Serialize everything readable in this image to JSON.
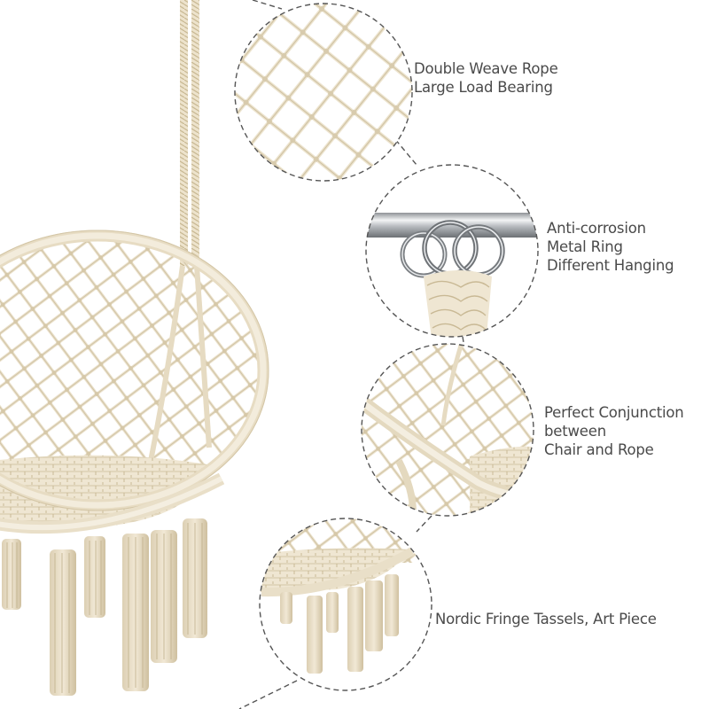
{
  "product": {
    "subject": "Macrame hammock swing chair with fringe tassels",
    "colors": {
      "background": "#ffffff",
      "rope": "#efe6d2",
      "rope_shadow": "#d9ccb0",
      "rope_dark": "#b9a887",
      "metal": "#b8bcc0",
      "metal_dark": "#6d7175",
      "dashed_outline": "#555555",
      "label_text": "#4a4a4a"
    }
  },
  "callouts": [
    {
      "id": "rope",
      "icon": "rope-net-detail",
      "lines": [
        "Double Weave Rope",
        "Large Load Bearing"
      ]
    },
    {
      "id": "ring",
      "icon": "metal-ring-detail",
      "lines": [
        "Anti-corrosion",
        "Metal Ring",
        "Different Hanging"
      ]
    },
    {
      "id": "conjunction",
      "icon": "chair-rope-joint-detail",
      "lines": [
        "Perfect Conjunction",
        "between",
        "Chair and Rope"
      ]
    },
    {
      "id": "tassels",
      "icon": "fringe-tassels-detail",
      "lines": [
        "Nordic Fringe Tassels, Art Piece"
      ]
    }
  ]
}
